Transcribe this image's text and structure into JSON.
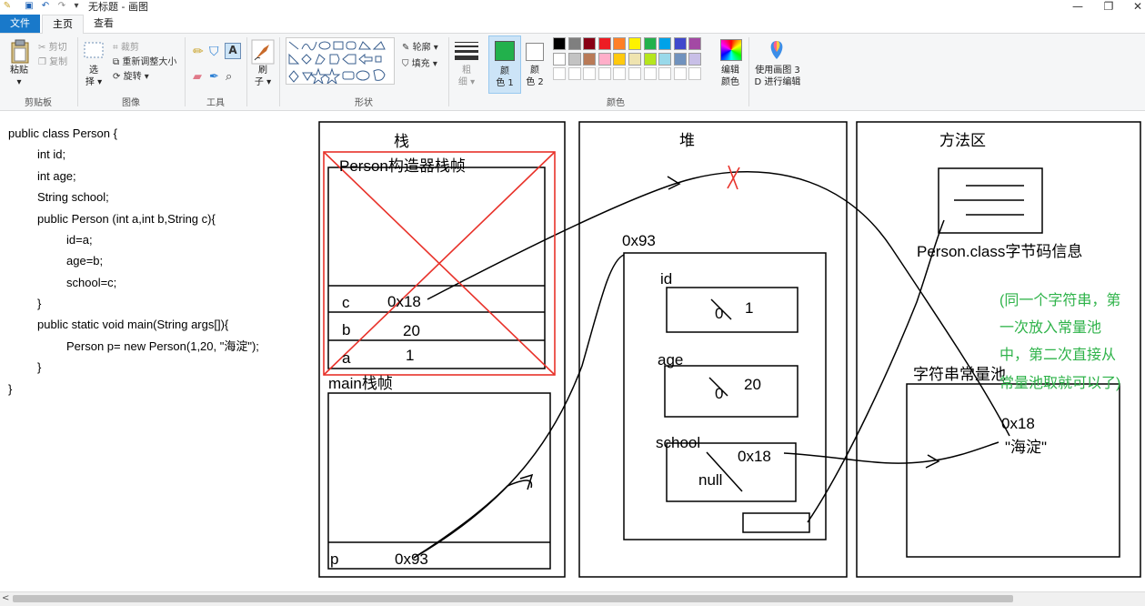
{
  "window": {
    "title": "无标题 - 画图",
    "minimize_glyph": "—",
    "maximize_glyph": "❐",
    "close_glyph": "✕"
  },
  "quick_access": {
    "save_icon": "save-icon",
    "undo_icon": "undo-icon",
    "redo_icon": "redo-icon",
    "dropdown_glyph": "▾"
  },
  "tabs": {
    "file": "文件",
    "home": "主页",
    "view": "查看"
  },
  "ribbon": {
    "clipboard": {
      "paste": "粘贴",
      "cut": "剪切",
      "copy": "复制",
      "group": "剪贴板"
    },
    "image": {
      "select_line1": "选",
      "select_line2": "择",
      "crop": "裁剪",
      "resize": "重新调整大小",
      "rotate": "旋转",
      "group": "图像"
    },
    "tools": {
      "group": "工具"
    },
    "brushes": {
      "line1": "刷",
      "line2": "子"
    },
    "shapes": {
      "outline": "轮廓",
      "fill": "填充",
      "group": "形状"
    },
    "size": {
      "line1": "粗",
      "line2": "细"
    },
    "color1": {
      "line1": "颜",
      "line2": "色 1",
      "value": "#22b14c"
    },
    "color2": {
      "line1": "颜",
      "line2": "色 2",
      "value": "#ffffff"
    },
    "colors_group": "颜色",
    "edit_colors": {
      "line1": "编辑",
      "line2": "颜色"
    },
    "paint3d": {
      "line1": "使用画图 3",
      "line2": "D 进行编辑"
    },
    "palette_row1": [
      "#000000",
      "#7f7f7f",
      "#880015",
      "#ed1c24",
      "#ff7f27",
      "#fff200",
      "#22b14c",
      "#00a2e8",
      "#3f48cc",
      "#a349a4"
    ],
    "palette_row2": [
      "#ffffff",
      "#c3c3c3",
      "#b97a57",
      "#ffaec9",
      "#ffc90e",
      "#efe4b0",
      "#b5e61d",
      "#99d9ea",
      "#7092be",
      "#c8bfe7"
    ]
  },
  "code_lines": [
    "public class Person {",
    "int id;",
    "int age;",
    "String school;",
    "public Person (int a,int b,String c){",
    "id=a;",
    "age=b;",
    "school=c;",
    "}",
    "public static void main(String args[]){",
    "Person p= new Person(1,20, \"海淀\");",
    "}",
    "}"
  ],
  "diagram": {
    "stack_title": "栈",
    "heap_title": "堆",
    "method_title": "方法区",
    "constructor_frame": "Person构造器栈帧",
    "var_c": "c",
    "var_c_value": "0x18",
    "var_b": "b",
    "var_b_value": "20",
    "var_a": "a",
    "var_a_value": "1",
    "main_frame": "main栈帧",
    "var_p": "p",
    "var_p_value": "0x93",
    "object_address": "0x93",
    "field_id": "id",
    "field_id_old": "0",
    "field_id_value": "1",
    "field_age": "age",
    "field_age_old": "0",
    "field_age_value": "20",
    "field_school": "school",
    "field_school_old": "null",
    "field_school_value": "0x18",
    "class_info": "Person.class字节码信息",
    "note_line1": "(同一个字符串，第",
    "note_line2": "一次放入常量池",
    "note_line3": "中，第二次直接从",
    "note_line4": "常量池取就可以了)",
    "string_pool_title": "字符串常量池",
    "string_address": "0x18",
    "string_literal": "\"海淀\"",
    "accent_red": "#e8322a",
    "note_green": "#2fb34a"
  }
}
